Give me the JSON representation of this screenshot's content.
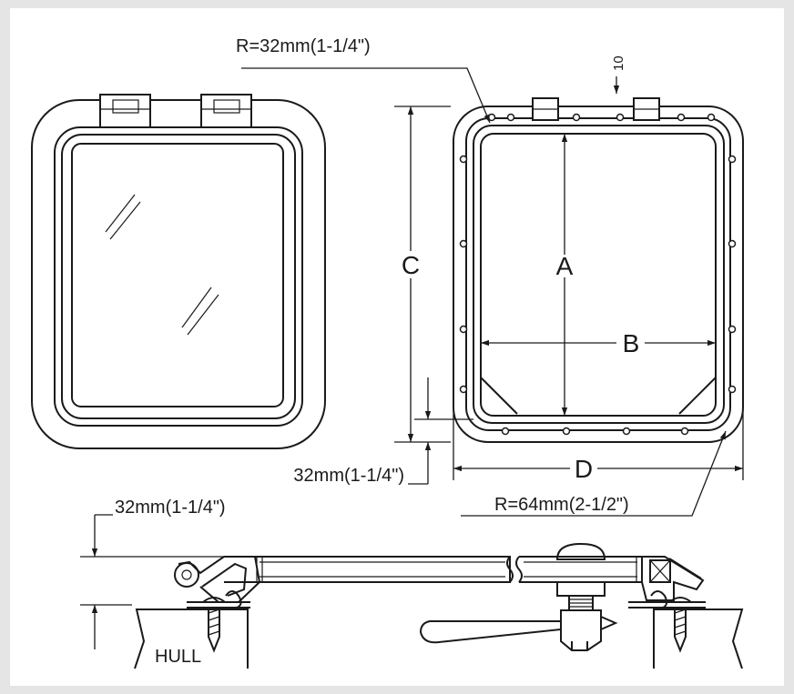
{
  "labels": {
    "corner_radius_inner": "R=32mm(1-1/4\")",
    "corner_radius_outer": "R=64mm(2-1/2\")",
    "flange_width": "32mm(1-1/4\")",
    "height_above_hull": "32mm(1-1/4\")",
    "hinge_offset": "10",
    "dim_a": "A",
    "dim_b": "B",
    "dim_c": "C",
    "dim_d": "D",
    "hull": "HULL"
  },
  "colors": {
    "line": "#1a1a1a",
    "background": "#ffffff",
    "border": "#e5e5e5"
  }
}
